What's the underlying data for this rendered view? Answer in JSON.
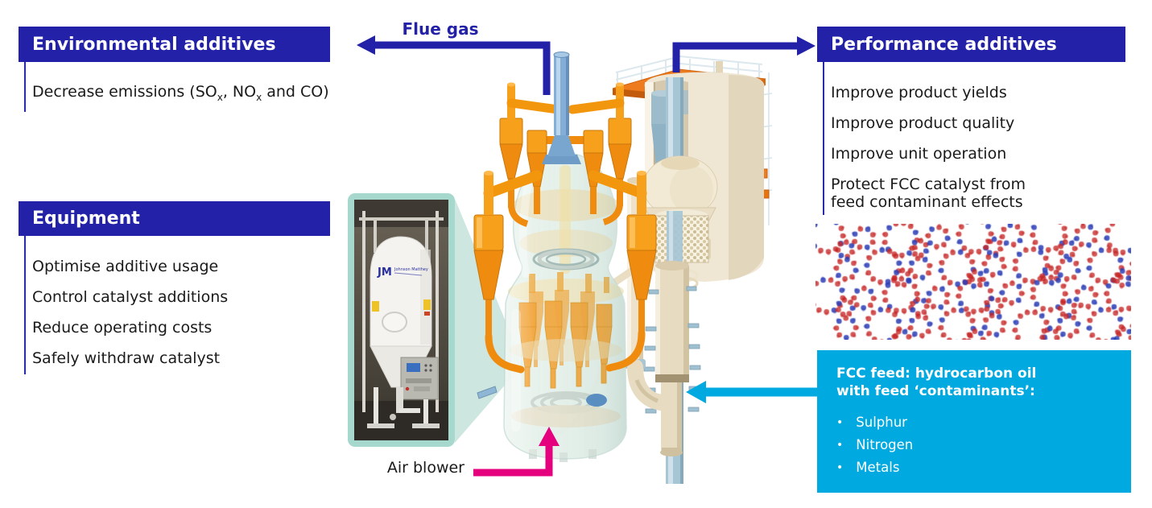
{
  "colors": {
    "brand_navy": "#2321a8",
    "feed_cyan": "#00a9e0",
    "air_magenta": "#e5007d",
    "callout_teal": "#a7d8ce",
    "cyclone_orange": "#f6a01c"
  },
  "panels": {
    "environmental": {
      "title": "Environmental additives",
      "item": {
        "p1": "Decrease emissions (SO",
        "s1": "x",
        "p2": ", NO",
        "s2": "x",
        "p3": " and CO)"
      }
    },
    "equipment": {
      "title": "Equipment",
      "items": [
        "Optimise additive usage",
        "Control catalyst additions",
        "Reduce operating costs",
        "Safely withdraw catalyst"
      ]
    },
    "performance": {
      "title": "Performance additives",
      "items": [
        "Improve product yields",
        "Improve product quality",
        "Improve unit operation",
        "Protect FCC catalyst from feed contaminant effects"
      ]
    },
    "fcc_feed": {
      "title_line1": "FCC feed: hydrocarbon oil",
      "title_line2": "with feed ‘contaminants’:",
      "bullets": [
        "Sulphur",
        "Nitrogen",
        "Metals"
      ],
      "bullet_glyph": "•"
    }
  },
  "labels": {
    "flue_gas": "Flue gas",
    "air_blower": "Air blower"
  },
  "equipment_photo": {
    "logo_short": "JM",
    "logo_name": "Johnson Matthey"
  }
}
